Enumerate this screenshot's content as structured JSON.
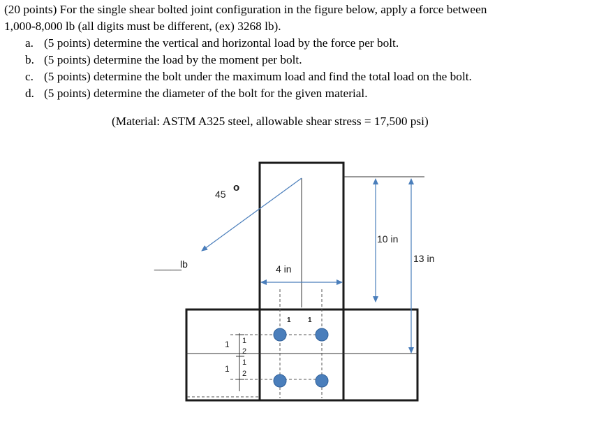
{
  "problem": {
    "intro_line1": "(20 points) For the single shear bolted joint configuration in the figure below, apply a force between",
    "intro_line2": "1,000-8,000 lb (all digits must be different, (ex) 3268 lb).",
    "parts": [
      {
        "label": "a.",
        "text": "(5 points) determine the vertical and horizontal load by the force per bolt."
      },
      {
        "label": "b.",
        "text": "(5 points) determine the load by the moment per bolt."
      },
      {
        "label": "c.",
        "text": "(5 points) determine the bolt under the maximum load and find the total load on the bolt."
      },
      {
        "label": "d.",
        "text": "(5 points) determine the diameter of the bolt for the given material."
      }
    ],
    "material": "(Material: ASTM A325 steel, allowable shear stress = 17,500 psi)"
  },
  "figure": {
    "angle_value": "45",
    "angle_unit": "o",
    "force_blank": "_____",
    "force_unit": "lb",
    "dim_4in": "4 in",
    "dim_10in": "10 in",
    "dim_13in": "13 in",
    "spacing_top_1": "1",
    "spacing_top_2": "1",
    "frac_1_whole": "1",
    "frac_1_num": "1",
    "frac_1_den": "2",
    "frac_2_whole": "1",
    "frac_2_num": "1",
    "frac_2_den": "2",
    "bolt_color": "#4a7ebb",
    "arrow_color": "#4a7ebb"
  }
}
